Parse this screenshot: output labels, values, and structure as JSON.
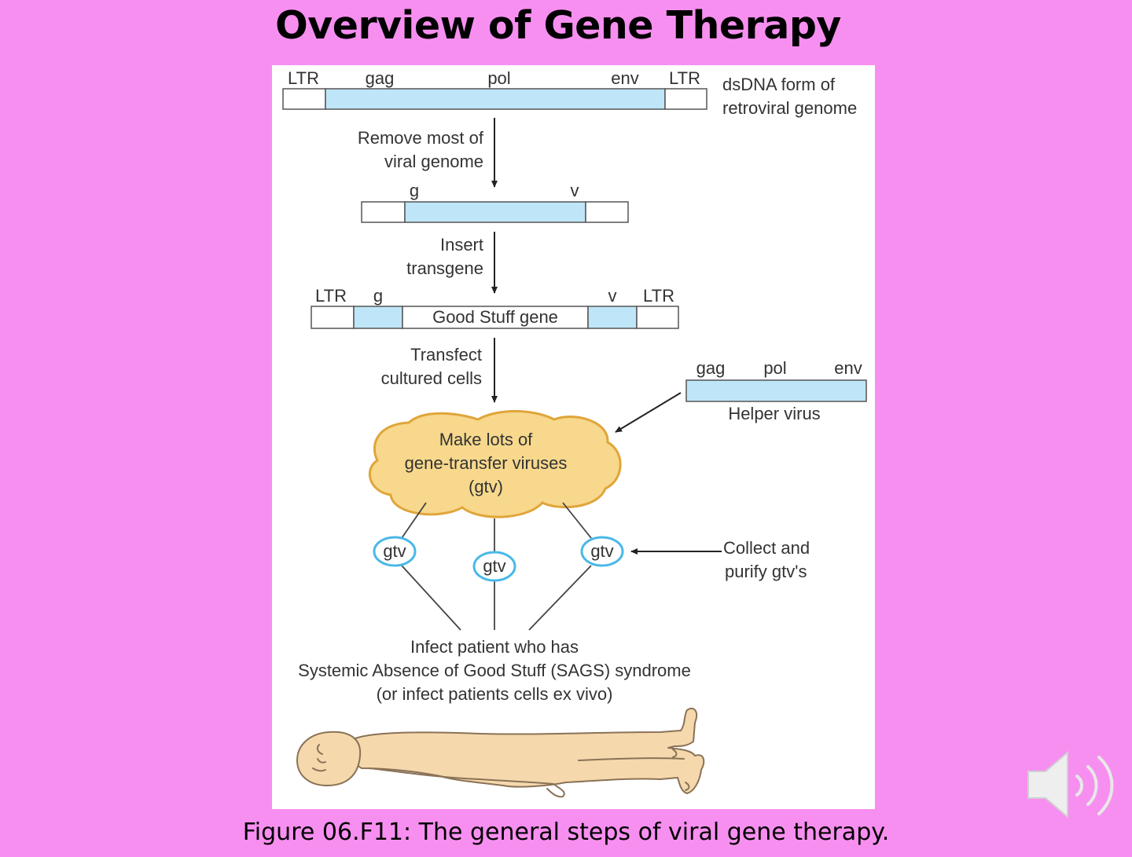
{
  "slide": {
    "title": "Overview of Gene Therapy",
    "caption": "Figure 06.F11: The general steps of viral gene therapy.",
    "background_color": "#f78ff0"
  },
  "diagram": {
    "genome": {
      "labels": [
        "LTR",
        "gag",
        "pol",
        "env",
        "LTR"
      ],
      "description_line1": "dsDNA form of",
      "description_line2": "retroviral genome"
    },
    "step1": {
      "line1": "Remove most of",
      "line2": "viral genome"
    },
    "trimmed": {
      "label_left": "g",
      "label_right": "v"
    },
    "step2": {
      "line1": "Insert",
      "line2": "transgene"
    },
    "vector": {
      "labels": [
        "LTR",
        "g",
        "v",
        "LTR"
      ],
      "gene": "Good Stuff gene"
    },
    "step3": {
      "line1": "Transfect",
      "line2": "cultured cells"
    },
    "helper": {
      "labels": [
        "gag",
        "pol",
        "env"
      ],
      "name": "Helper virus"
    },
    "cloud": {
      "line1": "Make lots of",
      "line2": "gene-transfer viruses",
      "line3": "(gtv)"
    },
    "particles": [
      "gtv",
      "gtv",
      "gtv"
    ],
    "collect": {
      "line1": "Collect and",
      "line2": "purify gtv's"
    },
    "infect": {
      "line1": "Infect patient who has",
      "line2": "Systemic Absence of Good Stuff (SAGS) syndrome",
      "line3": "(or infect patients cells ex vivo)"
    },
    "colors": {
      "segment_fill": "#bfe6f8",
      "virus_ring": "#4ab8e8",
      "cloud_fill": "#f7d88c",
      "cloud_stroke": "#e0a53a",
      "skin_fill": "#f5d9ad",
      "skin_stroke": "#8a7256"
    }
  },
  "controls": {
    "audio_icon": "speaker-icon"
  }
}
